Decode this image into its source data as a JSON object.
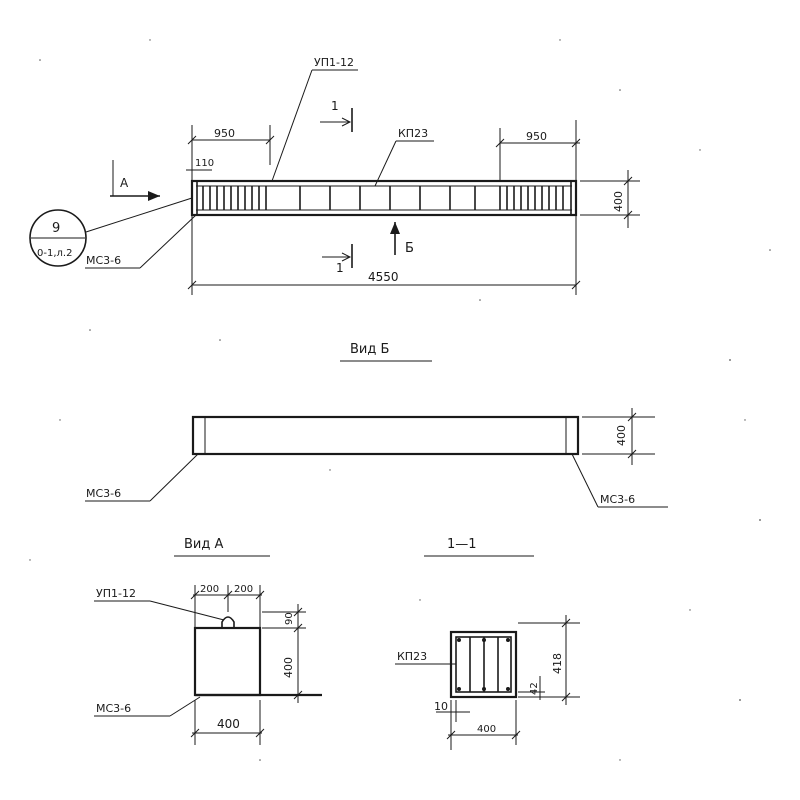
{
  "plan": {
    "label_up": "УП1-12",
    "label_kp": "КП23",
    "label_mc": "МС3-6",
    "dim_left": "950",
    "dim_right": "950",
    "dim_small": "110",
    "dim_height": "400",
    "dim_total": "4550",
    "section_mark_top": "1",
    "section_mark_bottom": "1",
    "view_arrow_a": "А",
    "view_arrow_b": "Б",
    "callout_number": "9",
    "callout_ref": "0-1,л.2"
  },
  "view_b": {
    "title": "Вид Б",
    "dim_height": "400",
    "label_left": "МС3-6",
    "label_right": "МС3-6"
  },
  "view_a": {
    "title": "Вид А",
    "label_up": "УП1-12",
    "label_mc": "МС3-6",
    "dim_top_left": "200",
    "dim_top_right": "200",
    "dim_loop": "90",
    "dim_height": "400",
    "dim_width": "400"
  },
  "section_1_1": {
    "title": "1—1",
    "label_kp": "КП23",
    "dim_height": "418",
    "dim_cover_left": "10",
    "dim_cover_bottom": "42",
    "dim_width": "400"
  }
}
